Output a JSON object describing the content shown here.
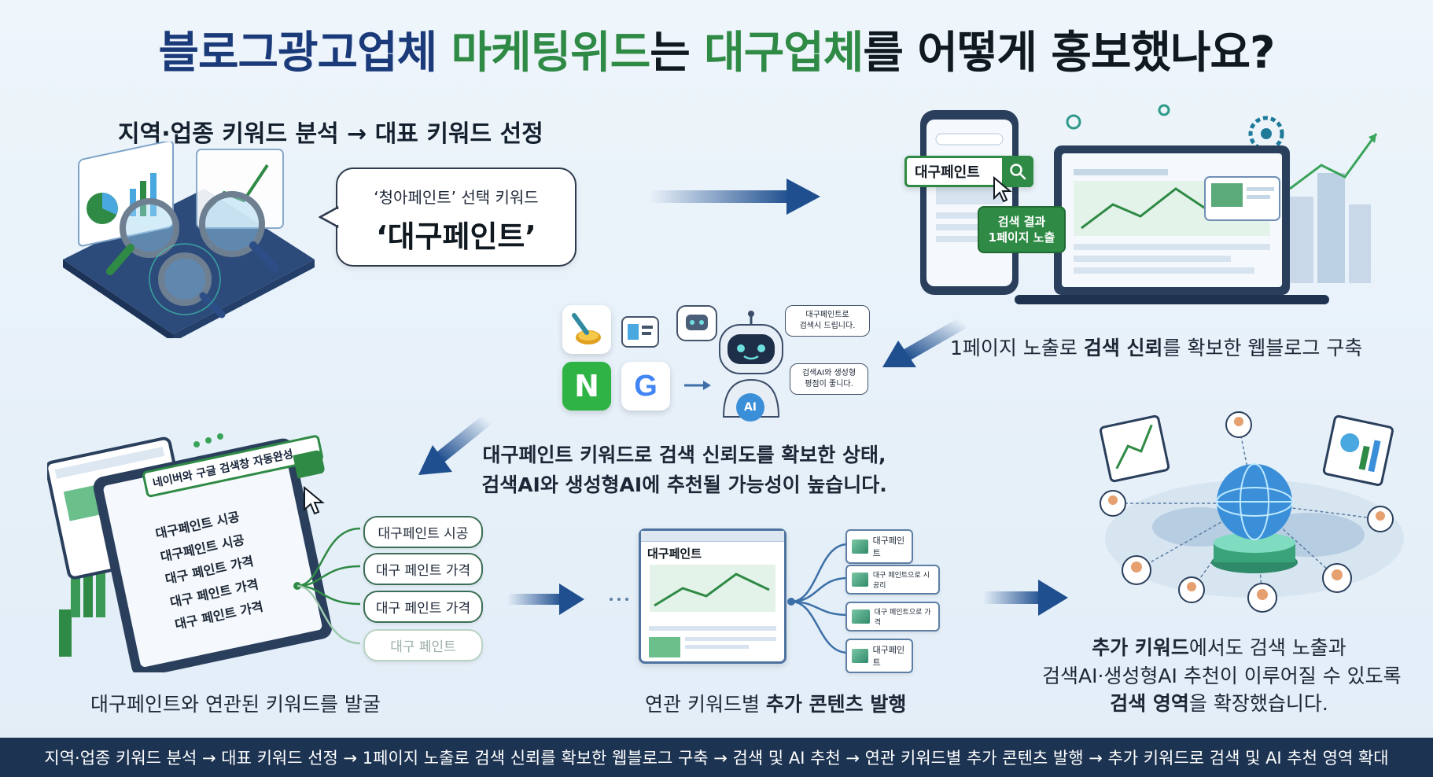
{
  "title": {
    "part1": "블로그광고업체",
    "part2": "마케팅위드",
    "part3": "는",
    "part4": "대구업체",
    "part5": "를 어떻게 홍보했나요?"
  },
  "step1": {
    "heading": "지역·업종 키워드 분석 → 대표 키워드 선정",
    "bubble_line1": "‘청아페인트’ 선택 키워드",
    "bubble_line2": "‘대구페인트’"
  },
  "step2": {
    "search_query": "대구페인트",
    "result_badge_line1": "검색 결과",
    "result_badge_line2": "1페이지 노출",
    "caption_prefix": "1페이지 노출로 ",
    "caption_bold": "검색 신뢰",
    "caption_suffix": "를 확보한 웹블로그 구축"
  },
  "step3": {
    "naver_letter": "N",
    "google_letter": "G",
    "ai_label": "AI",
    "bubble_top_line1": "대구페인트로",
    "bubble_top_line2": "검색시 드립니다.",
    "bubble_bottom_line1": "검색AI와 생성형",
    "bubble_bottom_line2": "평점이 좋니다.",
    "caption_line1": "대구페인트 키워드로 검색 신뢰도를 확보한 상태,",
    "caption_line2": "검색AI와 생성형AI에 추천될 가능성이 높습니다."
  },
  "step4": {
    "autocomplete_header": "네이버와 구글 검색창 자동완성",
    "autocomplete_items": [
      "대구페인트 시공",
      "대구페인트 시공",
      "대구 페인트 가격",
      "대구 페인트 가격",
      "대구 페인트 가격"
    ],
    "pills": [
      "대구페인트 시공",
      "대구 페인트 가격",
      "대구 페인트 가격",
      "대구 페인트"
    ],
    "caption": "대구페인트와 연관된 키워드를 발굴"
  },
  "step5": {
    "doc_title": "대구페인트",
    "cards": [
      "대구페인트",
      "대구 페인트으로 시공리",
      "대구 페인트으로 가격",
      "대구페인트"
    ],
    "caption_prefix": "연관 키워드별 ",
    "caption_bold": "추가 콘텐츠 발행"
  },
  "step6": {
    "caption_line1_bold": "추가 키워드",
    "caption_line1_rest": "에서도 검색 노출과",
    "caption_line2": "검색AI·생성형AI 추천이 이루어질 수 있도록",
    "caption_line3_bold": "검색 영역",
    "caption_line3_rest": "을 확장했습니다."
  },
  "footer": {
    "text": "지역·업종 키워드 분석 → 대표 키워드 선정 → 1페이지 노출로 검색 신뢰를 확보한 웹블로그 구축 → 검색 및 AI 추천 → 연관 키워드별 추가 콘텐츠 발행 → 추가 키워드로 검색 및 AI 추천 영역 확대"
  },
  "colors": {
    "navy": "#1b3a7a",
    "green": "#2f8a45",
    "arrow_blue": "#1f4f8f",
    "footer_bg": "#1d3352"
  }
}
